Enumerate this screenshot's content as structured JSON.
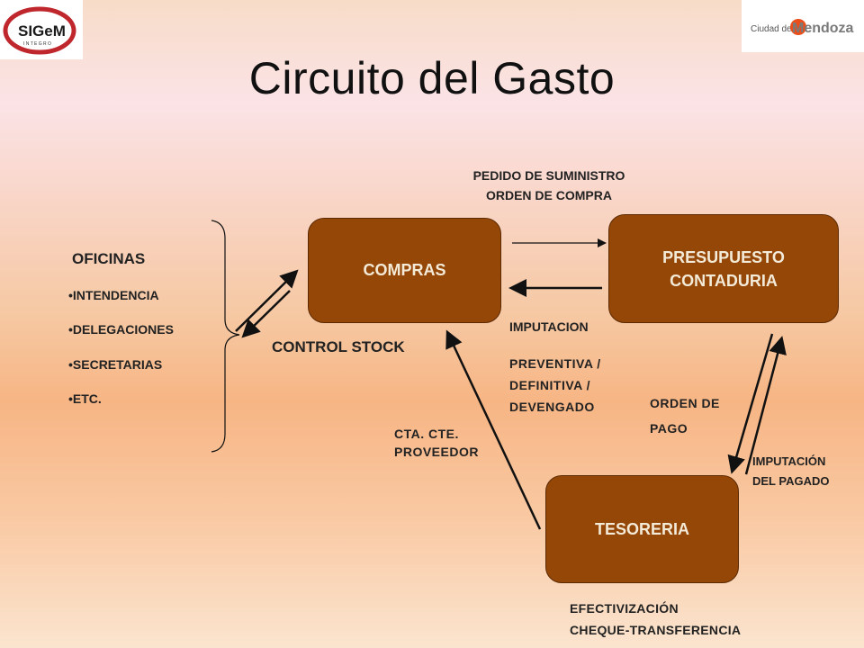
{
  "logos": {
    "left_text": "SIGeM",
    "left_sub": "I N T E G R O",
    "right_text_a": "Ciudad de",
    "right_text_b": "Mendoza"
  },
  "title": "Circuito del Gasto",
  "offices": {
    "heading": "OFICINAS",
    "items": [
      "•INTENDENCIA",
      "•DELEGACIONES",
      "•SECRETARIAS",
      "•ETC."
    ]
  },
  "boxes": {
    "compras": "COMPRAS",
    "presupuesto_line1": "PRESUPUESTO",
    "presupuesto_line2": "CONTADURIA",
    "tesoreria": "TESORERIA"
  },
  "labels": {
    "pedido_line1": "PEDIDO DE SUMINISTRO",
    "pedido_line2": "ORDEN DE COMPRA",
    "control_stock": "CONTROL STOCK",
    "imputacion": "IMPUTACION",
    "preventiva": "PREVENTIVA /",
    "definitiva": "DEFINITIVA /",
    "devengado": "DEVENGADO",
    "orden_de": "ORDEN DE",
    "pago": "PAGO",
    "cta_cte": "CTA. CTE.",
    "proveedor": "PROVEEDOR",
    "imputacion_pagado_1": "IMPUTACIÓN",
    "imputacion_pagado_2": "DEL PAGADO",
    "efectivizacion": "EFECTIVIZACIÓN",
    "cheque": "CHEQUE-TRANSFERENCIA"
  },
  "colors": {
    "box_fill": "#954707",
    "box_text": "#f3ead8",
    "arrow": "#111111"
  }
}
